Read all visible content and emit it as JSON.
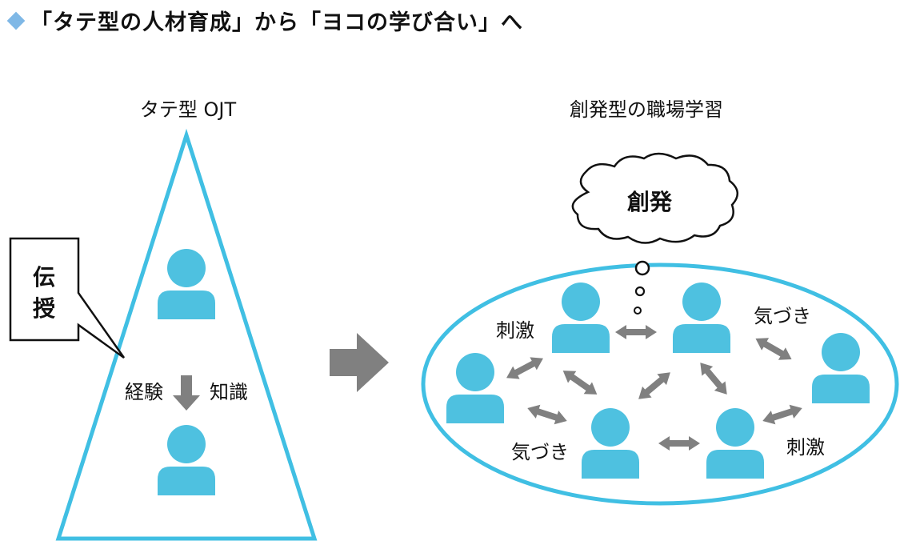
{
  "header": {
    "title": "「タテ型の人材育成」から「ヨコの学び合い」へ"
  },
  "left": {
    "label": "タテ型 OJT",
    "callout": [
      "伝",
      "授"
    ],
    "flow_from": "経験",
    "flow_to": "知識"
  },
  "right": {
    "label": "創発型の職場学習",
    "cloud_text": "創発",
    "annotations": {
      "top_left": "刺激",
      "top_right": "気づき",
      "bottom_left": "気づき",
      "bottom_right": "刺激"
    }
  },
  "colors": {
    "accent": "#40bfe3",
    "person": "#4ec1e0",
    "arrow": "#808080",
    "diamond": "#7fb8e6"
  }
}
